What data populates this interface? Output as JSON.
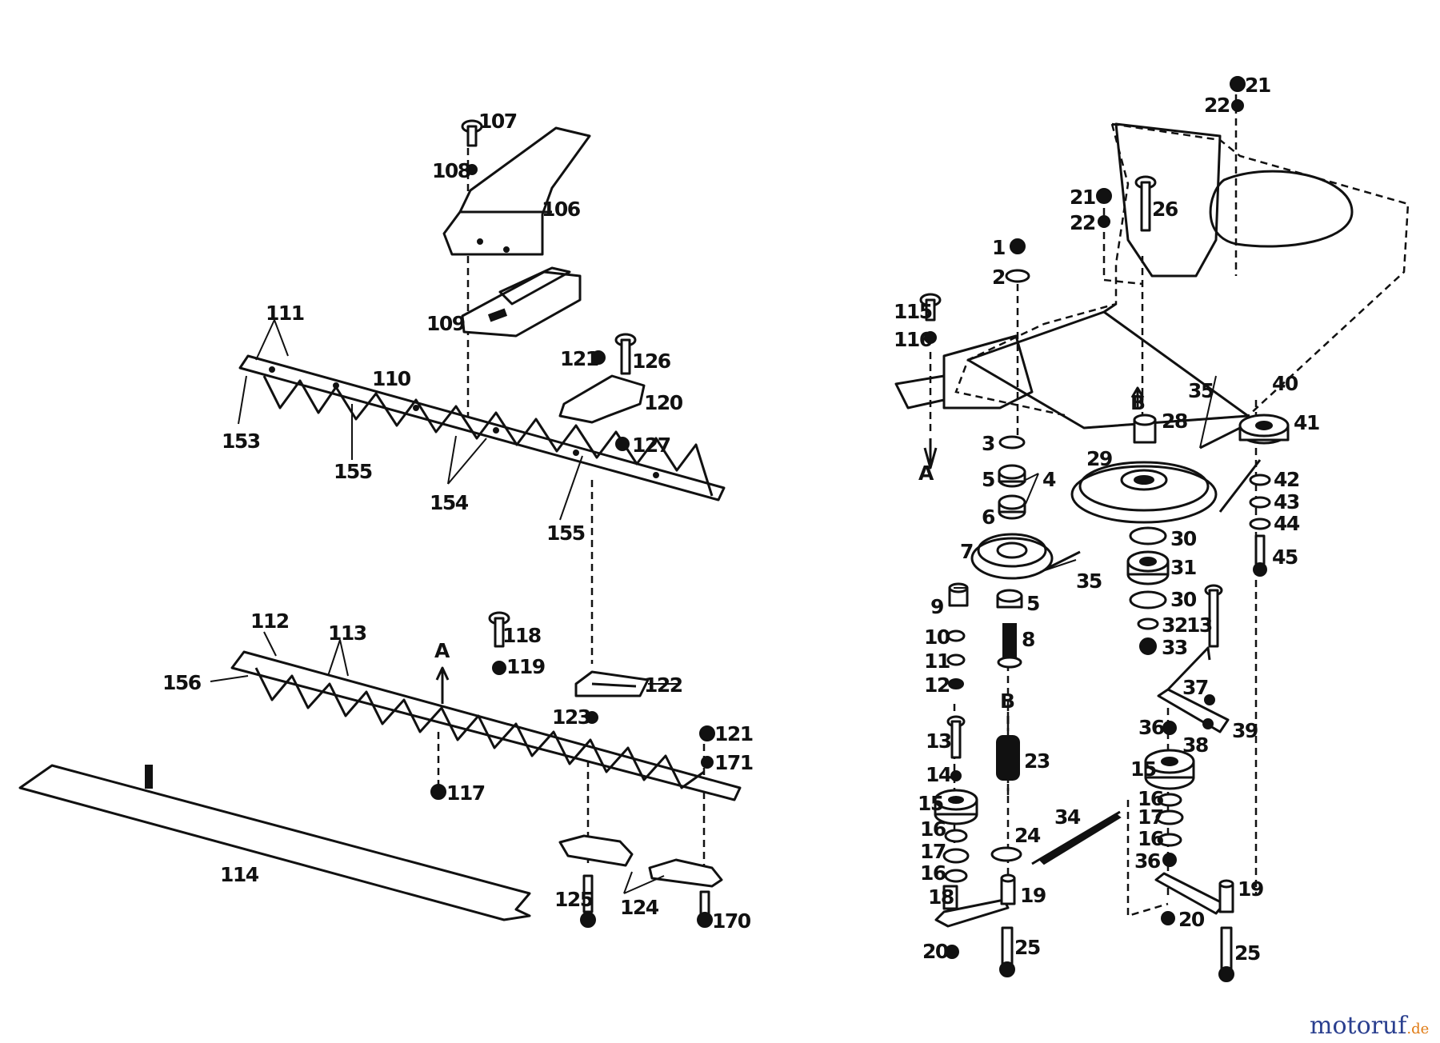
{
  "labels": [
    {
      "text": "107"
    },
    {
      "text": "108"
    },
    {
      "text": "106"
    },
    {
      "text": "109"
    },
    {
      "text": "111"
    },
    {
      "text": "110"
    },
    {
      "text": "153"
    },
    {
      "text": "155"
    },
    {
      "text": "154"
    },
    {
      "text": "155"
    },
    {
      "text": "121"
    },
    {
      "text": "126"
    },
    {
      "text": "120"
    },
    {
      "text": "127"
    },
    {
      "text": "112"
    },
    {
      "text": "113"
    },
    {
      "text": "156"
    },
    {
      "text": "A"
    },
    {
      "text": "118"
    },
    {
      "text": "119"
    },
    {
      "text": "122"
    },
    {
      "text": "123"
    },
    {
      "text": "121"
    },
    {
      "text": "171"
    },
    {
      "text": "117"
    },
    {
      "text": "114"
    },
    {
      "text": "125"
    },
    {
      "text": "124"
    },
    {
      "text": "170"
    },
    {
      "text": "21"
    },
    {
      "text": "22"
    },
    {
      "text": "21"
    },
    {
      "text": "22"
    },
    {
      "text": "26"
    },
    {
      "text": "1"
    },
    {
      "text": "2"
    },
    {
      "text": "115"
    },
    {
      "text": "116"
    },
    {
      "text": "A"
    },
    {
      "text": "B"
    },
    {
      "text": "28"
    },
    {
      "text": "35"
    },
    {
      "text": "40"
    },
    {
      "text": "41"
    },
    {
      "text": "3"
    },
    {
      "text": "5"
    },
    {
      "text": "4"
    },
    {
      "text": "6"
    },
    {
      "text": "29"
    },
    {
      "text": "7"
    },
    {
      "text": "42"
    },
    {
      "text": "43"
    },
    {
      "text": "44"
    },
    {
      "text": "45"
    },
    {
      "text": "30"
    },
    {
      "text": "31"
    },
    {
      "text": "35"
    },
    {
      "text": "30"
    },
    {
      "text": "9"
    },
    {
      "text": "5"
    },
    {
      "text": "8"
    },
    {
      "text": "32"
    },
    {
      "text": "33"
    },
    {
      "text": "13"
    },
    {
      "text": "10"
    },
    {
      "text": "11"
    },
    {
      "text": "12"
    },
    {
      "text": "B"
    },
    {
      "text": "37"
    },
    {
      "text": "39"
    },
    {
      "text": "36"
    },
    {
      "text": "38"
    },
    {
      "text": "13"
    },
    {
      "text": "14"
    },
    {
      "text": "23"
    },
    {
      "text": "15"
    },
    {
      "text": "15"
    },
    {
      "text": "16"
    },
    {
      "text": "16"
    },
    {
      "text": "34"
    },
    {
      "text": "17"
    },
    {
      "text": "17"
    },
    {
      "text": "24"
    },
    {
      "text": "16"
    },
    {
      "text": "16"
    },
    {
      "text": "36"
    },
    {
      "text": "18"
    },
    {
      "text": "19"
    },
    {
      "text": "19"
    },
    {
      "text": "20"
    },
    {
      "text": "20"
    },
    {
      "text": "25"
    },
    {
      "text": "25"
    }
  ],
  "watermark": {
    "brand": "motoruf",
    "tld": ".de"
  },
  "colors": {
    "ink": "#111111",
    "watermark_blue": "#2a3f8f",
    "watermark_orange": "#e07b14"
  }
}
